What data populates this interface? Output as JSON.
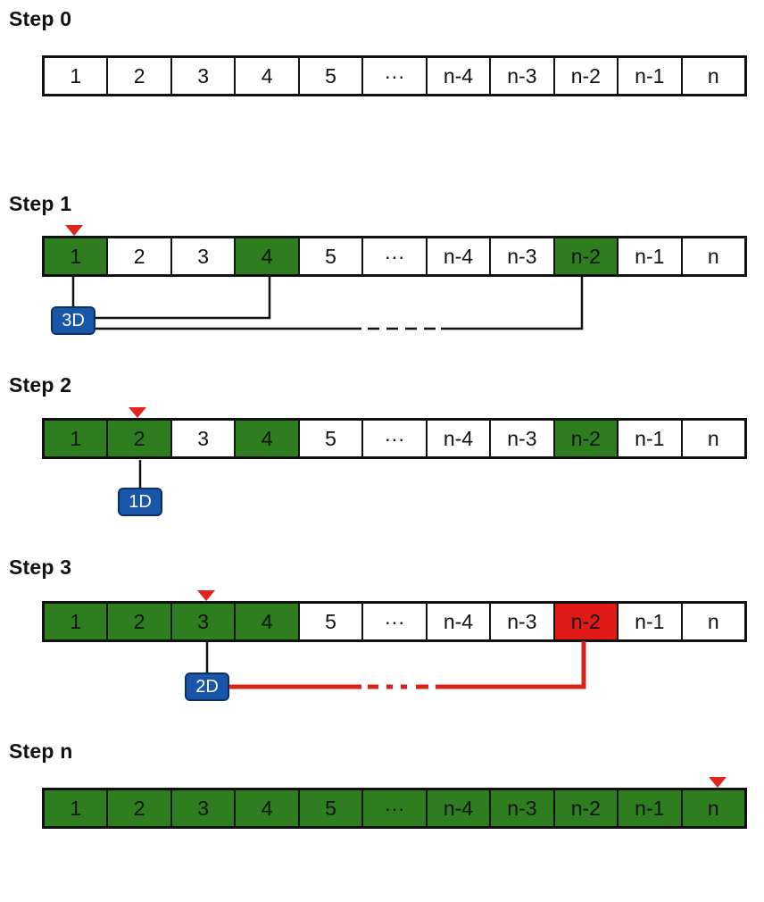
{
  "colors": {
    "cell_empty": "#ffffff",
    "cell_filled": "#2e7d1f",
    "cell_conflict": "#e01a14",
    "marker": "#e0261c",
    "badge": "#1a56a8",
    "connector_black": "#111111",
    "connector_red": "#d8231a"
  },
  "cells": [
    "1",
    "2",
    "3",
    "4",
    "5",
    "···",
    "n-4",
    "n-3",
    "n-2",
    "n-1",
    "n"
  ],
  "steps": [
    {
      "label": "Step 0",
      "states": [
        "empty",
        "empty",
        "empty",
        "empty",
        "empty",
        "empty",
        "empty",
        "empty",
        "empty",
        "empty",
        "empty"
      ]
    },
    {
      "label": "Step 1",
      "marker_index": 0,
      "badge": "3D",
      "states": [
        "green",
        "empty",
        "empty",
        "green",
        "empty",
        "empty",
        "empty",
        "empty",
        "green",
        "empty",
        "empty"
      ]
    },
    {
      "label": "Step 2",
      "marker_index": 1,
      "badge": "1D",
      "states": [
        "green",
        "green",
        "empty",
        "green",
        "empty",
        "empty",
        "empty",
        "empty",
        "green",
        "empty",
        "empty"
      ]
    },
    {
      "label": "Step 3",
      "marker_index": 2,
      "badge": "2D",
      "states": [
        "green",
        "green",
        "green",
        "green",
        "empty",
        "empty",
        "empty",
        "empty",
        "red",
        "empty",
        "empty"
      ]
    },
    {
      "label": "Step n",
      "marker_index": 10,
      "states": [
        "green",
        "green",
        "green",
        "green",
        "green",
        "green",
        "green",
        "green",
        "green",
        "green",
        "green"
      ]
    }
  ]
}
